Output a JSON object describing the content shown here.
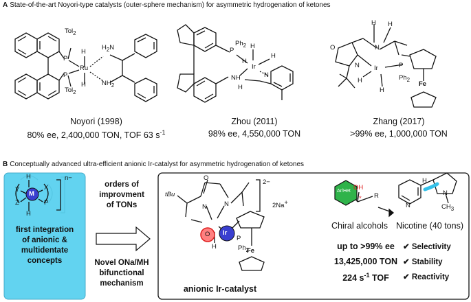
{
  "sectionA": {
    "letter": "A",
    "heading": "State-of-the-art Noyori-type catalysts (outer-sphere mechanism) for asymmetric hydrogenation of ketones",
    "catalysts": [
      {
        "name": "Noyori (1998)",
        "stats": "80% ee, 2,400,000 TON, TOF 63 s",
        "stats_sup": "-1"
      },
      {
        "name": "Zhou (2011)",
        "stats": "98% ee, 4,550,000 TON"
      },
      {
        "name": "Zhang (2017)",
        "stats": ">99% ee, 1,000,000 TON"
      }
    ],
    "atoms": {
      "noyori": {
        "tol_top": "Tol",
        "tol_top_sub": "2",
        "p_top": "P",
        "h1": "H",
        "h2": "H",
        "ru": "Ru",
        "p_bot": "P",
        "tol_bot": "Tol",
        "tol_bot_sub": "2",
        "nh2_top": "H",
        "nh2_top_sub": "2",
        "nh2_top_n": "N",
        "nh2_bot_n": "N",
        "nh2_bot": "H",
        "nh2_bot_sub": "2"
      },
      "zhou": {
        "p": "P",
        "ph2": "Ph",
        "ph2_sub": "2",
        "h_a": "H",
        "h_b": "H",
        "h_c": "H",
        "ir": "Ir",
        "n": "N",
        "nh": "NH",
        "h_low": "H"
      },
      "zhang": {
        "o": "O",
        "n": "N",
        "nh": "N",
        "h_top": "H",
        "h_n": "H",
        "h_ir1": "H",
        "h_ir2": "H",
        "ir": "Ir",
        "p": "P",
        "ph2": "Ph",
        "ph2_sub": "2",
        "fe": "Fe"
      }
    }
  },
  "sectionB": {
    "letter": "B",
    "heading": "Conceptually advanced ultra-efficient anionic Ir-catalyst for asymmetric hydrogenation of ketones",
    "concept_box": {
      "charge": "n−",
      "atoms": {
        "h_top": "H",
        "m": "M",
        "y": "Y",
        "x": "X",
        "z": "Z",
        "p": "P",
        "h_bot": "H"
      },
      "lines": [
        "first integration",
        "of anionic &",
        "multidentate",
        "concepts"
      ]
    },
    "middle_top": [
      "orders of",
      "improvment",
      "of TONs"
    ],
    "middle_bottom": [
      "Novel ONa/MH",
      "bifunctional",
      "mechanism"
    ],
    "anionic": {
      "tbu": "tBu",
      "o_top": "O",
      "n1": "N",
      "n2": "N",
      "o_ring": "O",
      "ir": "Ir",
      "h": "H",
      "p": "P",
      "ph2": "Ph",
      "ph2_sub": "2",
      "fe": "Fe",
      "charge": "2−",
      "counter": "2Na",
      "counter_sup": "+",
      "caption": "anionic Ir-catalyst"
    },
    "product": {
      "ring_label": "Ar/Het",
      "oh": "OH",
      "r": "R",
      "star": "*",
      "caption": "Chiral alcohols",
      "nicotine_caption": "Nicotine (40 tons)",
      "nicotine_n_ring": "N",
      "nicotine_n": "N",
      "nicotine_h": "H",
      "nicotine_ch3": "CH",
      "nicotine_ch3_sub": "3"
    },
    "results": [
      "up to  >99% ee",
      "13,425,000 TON",
      "224 s",
      "-1",
      " TOF"
    ],
    "checks": [
      "Selectivity",
      "Stability",
      "Reactivity"
    ],
    "check_mark": "✔"
  },
  "colors": {
    "concept_box": "#5ad1f0",
    "metal_blue": "#3a3fd0",
    "oxygen_red": "#e02020",
    "green": "#2fb34a",
    "cyan_highlight": "#34c0e8",
    "red_oh": "#e02020"
  }
}
